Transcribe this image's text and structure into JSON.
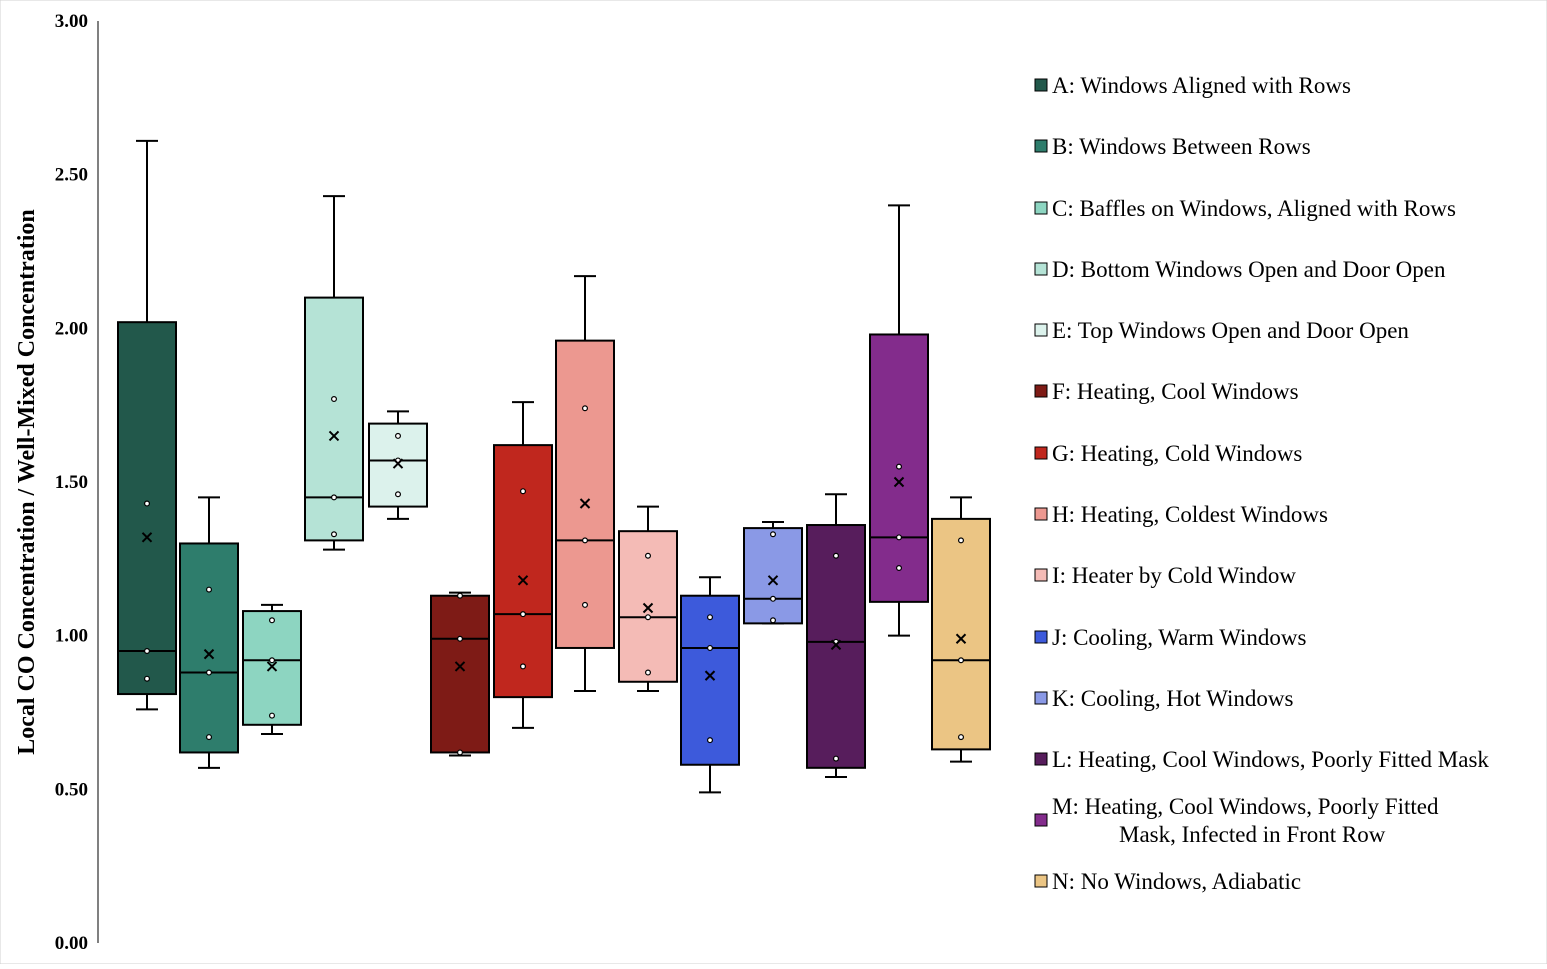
{
  "chart_data": {
    "type": "box",
    "title": "",
    "xlabel": "",
    "ylabel": "Local  CO Concentration / Well-Mixed Concentration",
    "ylim": [
      0,
      3
    ],
    "yticks": [
      "0.00",
      "0.50",
      "1.00",
      "1.50",
      "2.00",
      "2.50",
      "3.00"
    ],
    "grid": false,
    "legend_position": "right",
    "series": [
      {
        "name": "A: Windows Aligned with Rows",
        "color": "#22584b",
        "whisker_low": 0.76,
        "q1": 0.81,
        "median": 0.95,
        "q3": 2.02,
        "whisker_high": 2.61,
        "mean": 1.32,
        "points": [
          0.86,
          0.95,
          1.43
        ]
      },
      {
        "name": "B: Windows Between Rows",
        "color": "#2e7d6c",
        "whisker_low": 0.57,
        "q1": 0.62,
        "median": 0.88,
        "q3": 1.3,
        "whisker_high": 1.45,
        "mean": 0.94,
        "points": [
          0.67,
          0.88,
          1.15
        ]
      },
      {
        "name": "C: Baffles on Windows, Aligned with Rows",
        "color": "#8dd5c1",
        "whisker_low": 0.68,
        "q1": 0.71,
        "median": 0.92,
        "q3": 1.08,
        "whisker_high": 1.1,
        "mean": 0.9,
        "points": [
          0.74,
          0.92,
          1.05
        ]
      },
      {
        "name": "D: Bottom Windows Open and Door Open",
        "color": "#b5e3d6",
        "whisker_low": 1.28,
        "q1": 1.31,
        "median": 1.45,
        "q3": 2.1,
        "whisker_high": 2.43,
        "mean": 1.65,
        "points": [
          1.33,
          1.45,
          1.77
        ]
      },
      {
        "name": "E: Top Windows Open and Door Open",
        "color": "#dcf2ec",
        "whisker_low": 1.38,
        "q1": 1.42,
        "median": 1.57,
        "q3": 1.69,
        "whisker_high": 1.73,
        "mean": 1.56,
        "points": [
          1.46,
          1.57,
          1.65
        ]
      },
      {
        "name": "F: Heating, Cool Windows",
        "color": "#7e1b16",
        "whisker_low": 0.61,
        "q1": 0.62,
        "median": 0.99,
        "q3": 1.13,
        "whisker_high": 1.14,
        "mean": 0.9,
        "points": [
          0.62,
          0.99,
          1.13
        ]
      },
      {
        "name": "G: Heating, Cold Windows",
        "color": "#c0271e",
        "whisker_low": 0.7,
        "q1": 0.8,
        "median": 1.07,
        "q3": 1.62,
        "whisker_high": 1.76,
        "mean": 1.18,
        "points": [
          0.9,
          1.07,
          1.47
        ]
      },
      {
        "name": "H: Heating, Coldest Windows",
        "color": "#ec9890",
        "whisker_low": 0.82,
        "q1": 0.96,
        "median": 1.31,
        "q3": 1.96,
        "whisker_high": 2.17,
        "mean": 1.43,
        "points": [
          1.1,
          1.31,
          1.74
        ]
      },
      {
        "name": "I: Heater by Cold Window",
        "color": "#f4bbb6",
        "whisker_low": 0.82,
        "q1": 0.85,
        "median": 1.06,
        "q3": 1.34,
        "whisker_high": 1.42,
        "mean": 1.09,
        "points": [
          0.88,
          1.06,
          1.26
        ]
      },
      {
        "name": "J: Cooling, Warm Windows",
        "color": "#3d5adb",
        "whisker_low": 0.49,
        "q1": 0.58,
        "median": 0.96,
        "q3": 1.13,
        "whisker_high": 1.19,
        "mean": 0.87,
        "points": [
          0.66,
          0.96,
          1.06
        ]
      },
      {
        "name": "K: Cooling, Hot Windows",
        "color": "#8a99e6",
        "whisker_low": 1.04,
        "q1": 1.04,
        "median": 1.12,
        "q3": 1.35,
        "whisker_high": 1.37,
        "mean": 1.18,
        "points": [
          1.05,
          1.12,
          1.33
        ]
      },
      {
        "name": "L: Heating, Cool Windows, Poorly Fitted Mask",
        "color": "#571d5c",
        "whisker_low": 0.54,
        "q1": 0.57,
        "median": 0.98,
        "q3": 1.36,
        "whisker_high": 1.46,
        "mean": 0.97,
        "points": [
          0.6,
          0.98,
          1.26
        ]
      },
      {
        "name": "M: Heating, Cool Windows, Poorly Fitted Mask, Infected in Front Row",
        "legend_lines": [
          "M: Heating, Cool Windows, Poorly Fitted",
          "Mask, Infected in Front Row"
        ],
        "color": "#832c8c",
        "whisker_low": 1.0,
        "q1": 1.11,
        "median": 1.32,
        "q3": 1.98,
        "whisker_high": 2.4,
        "mean": 1.5,
        "points": [
          1.22,
          1.32,
          1.55
        ]
      },
      {
        "name": "N: No Windows, Adiabatic",
        "color": "#ebc584",
        "whisker_low": 0.59,
        "q1": 0.63,
        "median": 0.92,
        "q3": 1.38,
        "whisker_high": 1.45,
        "mean": 0.99,
        "points": [
          0.67,
          0.92,
          1.31
        ]
      }
    ]
  }
}
